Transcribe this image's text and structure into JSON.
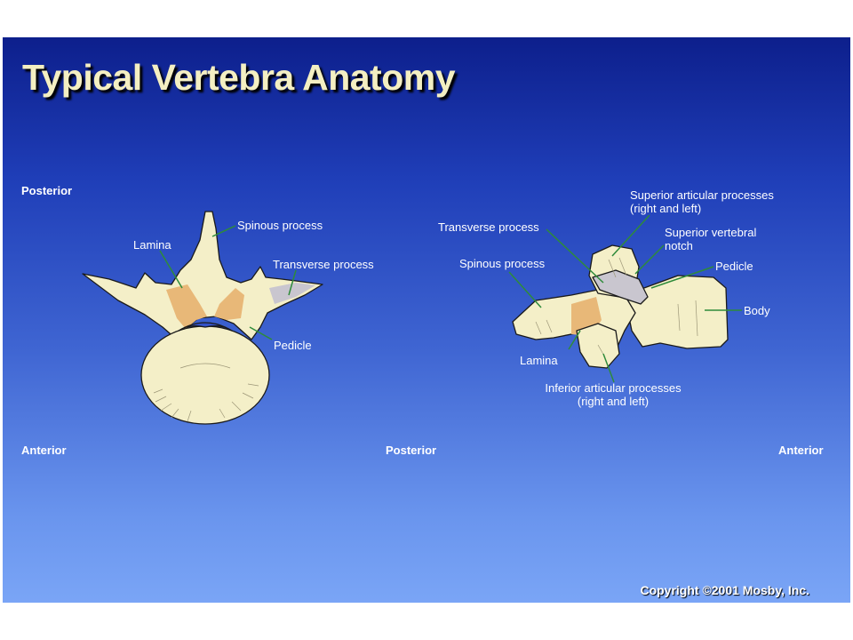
{
  "slide": {
    "title": "Typical Vertebra Anatomy",
    "copyright": "Copyright ©2001 Mosby, Inc."
  },
  "superior_view": {
    "orientation_top": "Posterior",
    "orientation_bottom": "Anterior",
    "labels": {
      "spinous_process": "Spinous process",
      "lamina": "Lamina",
      "transverse_process": "Transverse process",
      "pedicle": "Pedicle"
    }
  },
  "lateral_view": {
    "orientation_left": "Posterior",
    "orientation_right": "Anterior",
    "labels": {
      "superior_articular_line1": "Superior articular processes",
      "superior_articular_line2": "(right and left)",
      "transverse_process": "Transverse process",
      "superior_notch_line1": "Superior vertebral",
      "superior_notch_line2": "notch",
      "spinous_process": "Spinous process",
      "pedicle": "Pedicle",
      "body": "Body",
      "lamina": "Lamina",
      "inferior_articular_line1": "Inferior articular processes",
      "inferior_articular_line2": "(right and left)"
    }
  },
  "colors": {
    "bone": "#f4efc8",
    "lamina_highlight": "#e8b878",
    "leader_line": "#2e8b3a",
    "title_text": "#f4efc2"
  }
}
